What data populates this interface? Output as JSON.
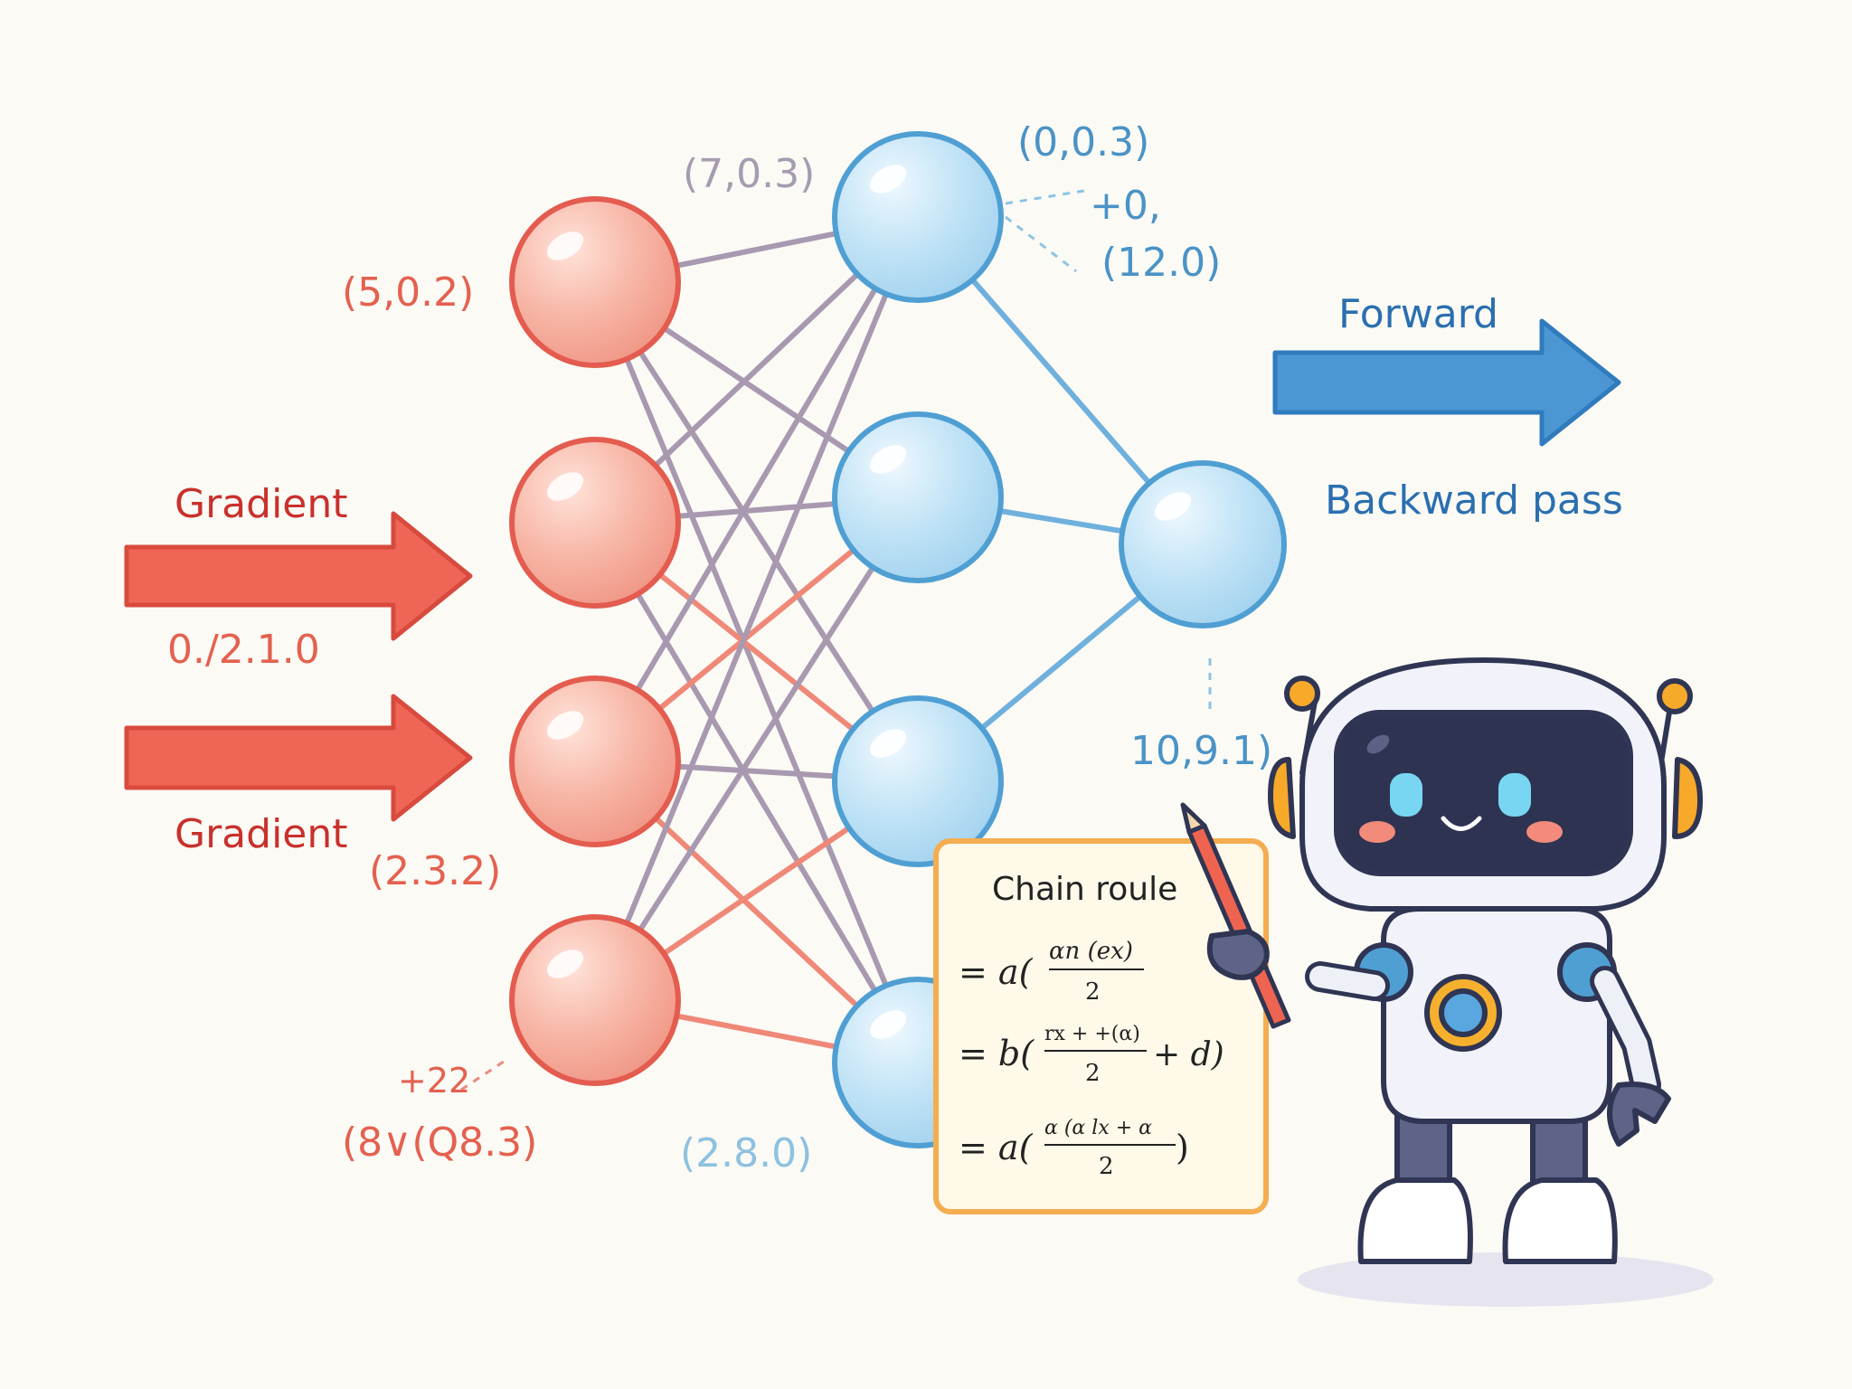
{
  "diagram": {
    "left_arrows": [
      {
        "label": "Gradient",
        "value": "0./2.1.0"
      },
      {
        "label": "Gradient"
      }
    ],
    "right_arrow": {
      "top_label": "Forward",
      "bottom_label": "Backward pass"
    },
    "input_layer": [
      {
        "label": "(5,0.2)"
      },
      {
        "label": ""
      },
      {
        "label": "(2.3.2)"
      },
      {
        "label": "+22",
        "label2": "(8∨(Q8.3)"
      }
    ],
    "hidden_layer": [
      {
        "label": "(7,0.3)"
      },
      {
        "label": ""
      },
      {
        "label": ""
      },
      {
        "label": "(2.8.0)"
      }
    ],
    "output_node": {
      "label": "10,9.1)"
    },
    "annotations": {
      "top_right_1": "(0,0.3)",
      "top_right_2": "+0,",
      "top_right_3": "(12.0)"
    },
    "board": {
      "title": "Chain roule",
      "line1_prefix": "= a(",
      "line1_num": "αn (ex)",
      "line1_den": "2",
      "line2_prefix": "= b(",
      "line2_num": "rx + +(α)",
      "line2_den": "2",
      "line2_suffix": "+ d)",
      "line3_prefix": "= a(",
      "line3_num": "α (α lx + α",
      "line3_den": "2",
      "line3_suffix": ")"
    }
  },
  "colors": {
    "red_node": "#f5b2a3",
    "red_stroke": "#e35c4f",
    "blue_node": "#bfe2f6",
    "blue_stroke": "#4f9fd3",
    "arrow_red": "#ef6656",
    "arrow_blue": "#4c97d3",
    "board_bg": "#fff9ea",
    "board_stroke": "#f4ad4f"
  }
}
